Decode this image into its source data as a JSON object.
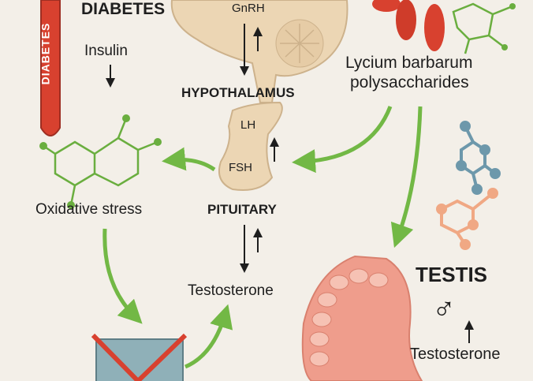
{
  "labels": {
    "diabetes_title": "DIABETES",
    "diabetes_tube": "DIABETES",
    "insulin": "Insulin",
    "gnrh": "GnRH",
    "hypothalamus": "HYPOTHALAMUS",
    "lh": "LH",
    "fsh": "FSH",
    "pituitary": "PITUITARY",
    "oxidative_stress": "Oxidative stress",
    "testosterone_center": "Testosterone",
    "lbp_line1": "Lycium barbarum",
    "lbp_line2": "polysaccharides",
    "testis": "TESTIS",
    "male_symbol": "♂",
    "testosterone_testis": "Testosterone"
  },
  "colors": {
    "background": "#f3efe8",
    "arrow_green": "#72b845",
    "tube_red": "#d8412f",
    "brain": "#ecd6b4",
    "testis": "#ef9d8c",
    "molecule_green": "#6aae3f",
    "molecule_blue": "#6d98ab",
    "molecule_orange": "#f0a884"
  }
}
